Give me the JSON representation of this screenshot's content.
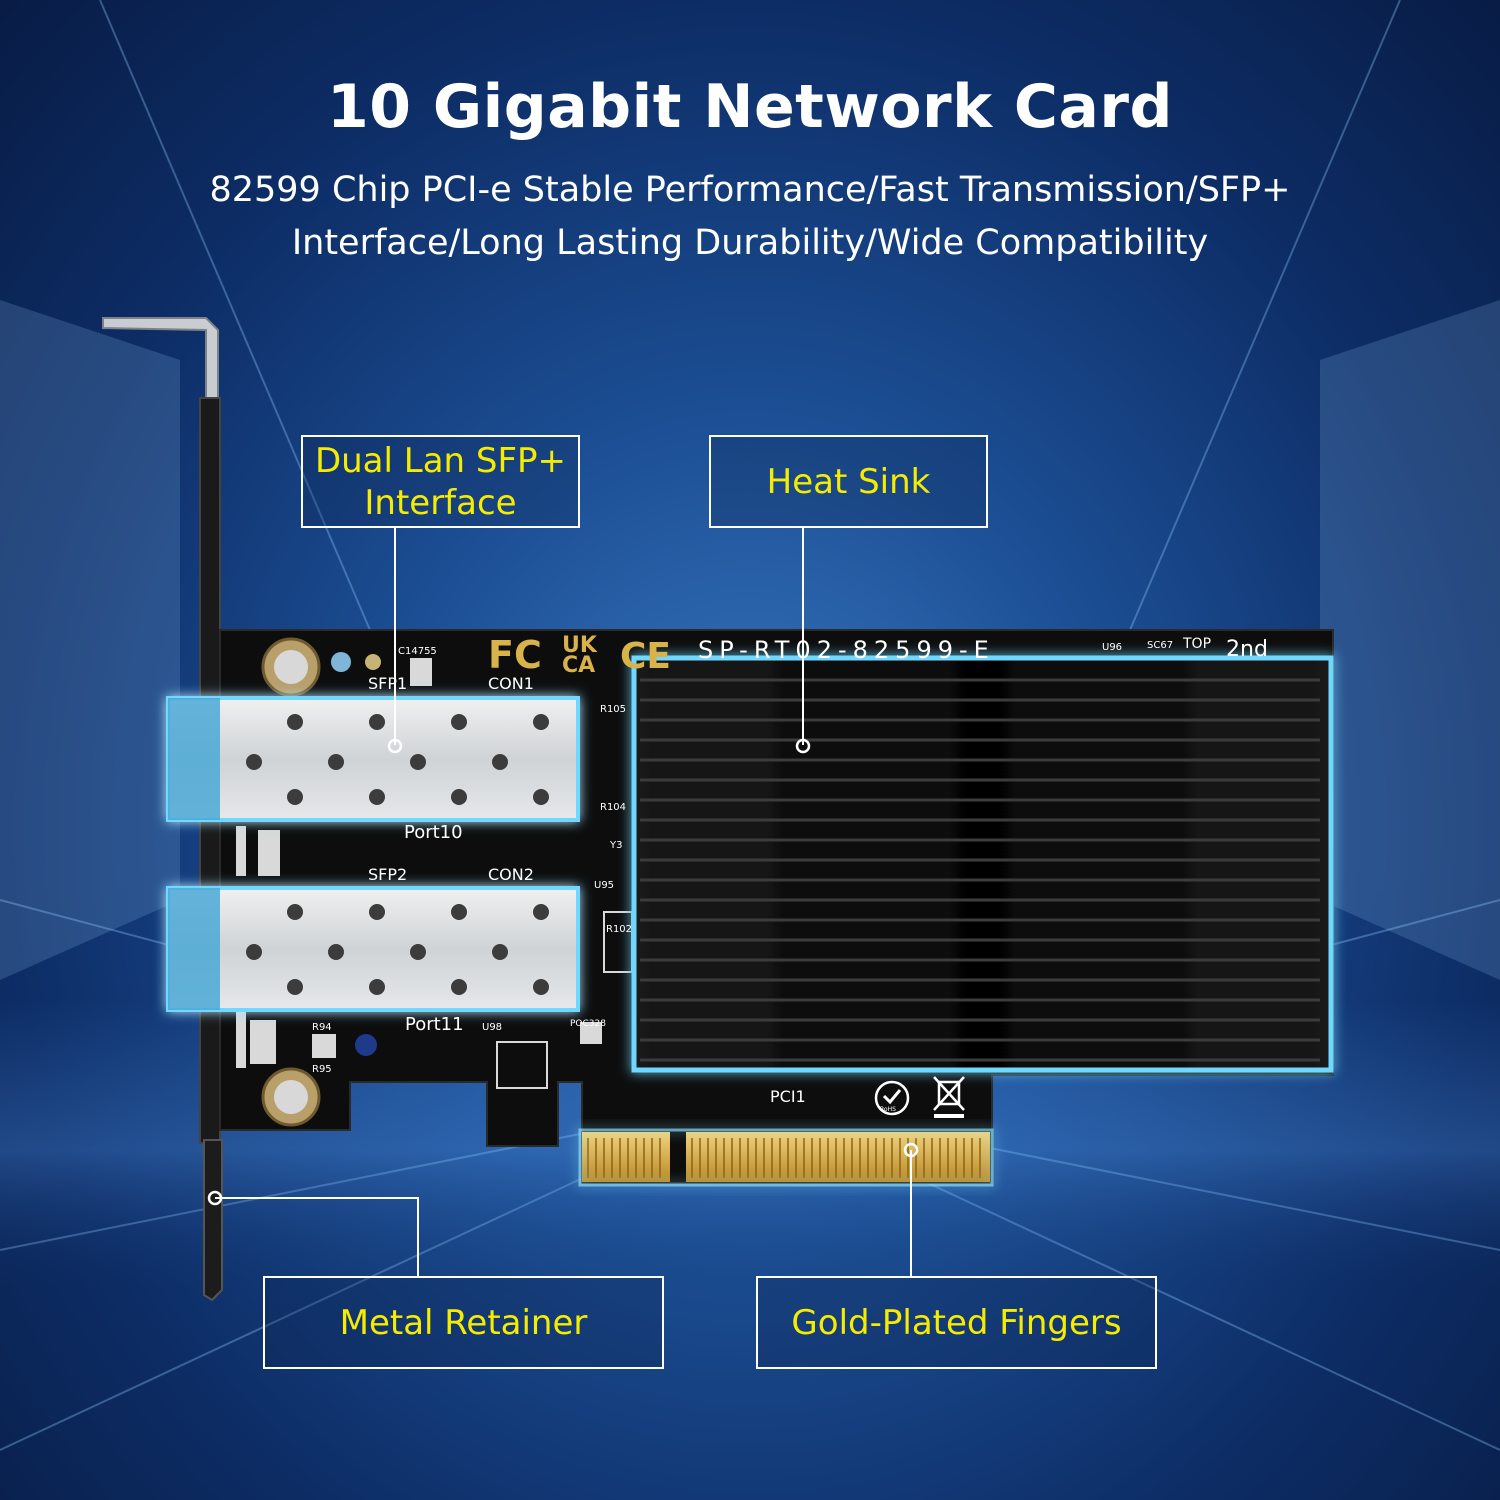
{
  "header": {
    "title": "10 Gigabit Network Card",
    "subtitle_line1": "82599 Chip PCI-e Stable Performance/Fast Transmission/SFP+",
    "subtitle_line2": "Interface/Long Lasting Durability/Wide Compatibility"
  },
  "callouts": {
    "sfp_line1": "Dual Lan SFP+",
    "sfp_line2": "Interface",
    "heat_sink": "Heat Sink",
    "metal_retainer": "Metal Retainer",
    "gold_fingers": "Gold-Plated Fingers"
  },
  "board_labels": {
    "sfp1": "SFP1",
    "con1": "CON1",
    "port10": "Port10",
    "sfp2": "SFP2",
    "con2": "CON2",
    "port11": "Port11",
    "pci1": "PCI1",
    "top": "TOP",
    "model": "SP-RT02-82599-E",
    "second": "2nd",
    "rohs": "RoHS",
    "fc": "FC",
    "uk": "UK",
    "ca": "CA",
    "ce": "CE",
    "c14755": "C14755",
    "r105": "R105",
    "r104": "R104",
    "y3": "Y3",
    "u95": "U95",
    "u96": "U96",
    "sc67": "SC67",
    "u98": "U98",
    "r94": "R94",
    "r95": "R95",
    "r102": "R102",
    "poc328": "POC328"
  },
  "colors": {
    "callout_text": "#f5ec00",
    "callout_border": "#ffffff",
    "glow": "#6fd8ff",
    "pcb": "#101010",
    "gold": "#d8b24a"
  }
}
